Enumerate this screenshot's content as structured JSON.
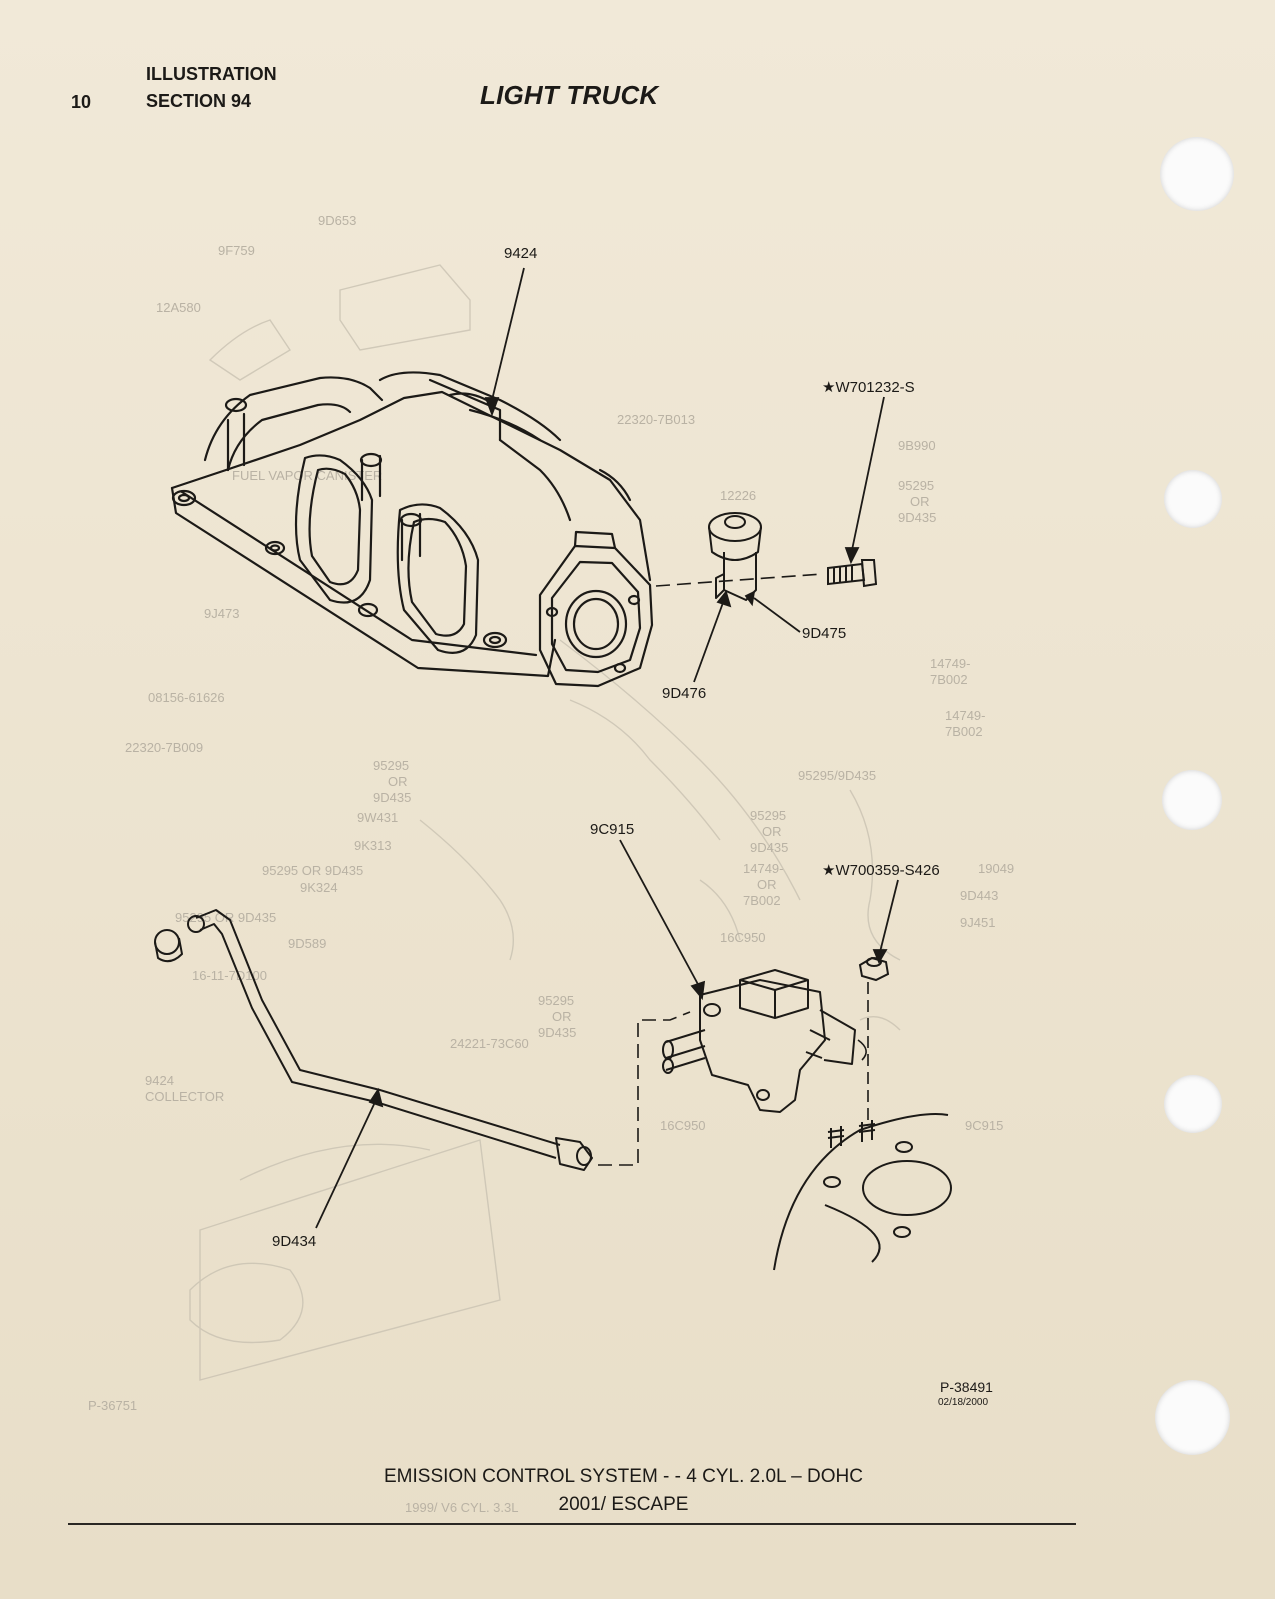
{
  "header": {
    "page_number": "10",
    "section_line1": "ILLUSTRATION",
    "section_line2": "SECTION 94",
    "title": "LIGHT TRUCK"
  },
  "callouts": {
    "intake_manifold": "9424",
    "bolt_w701232": "★W701232-S",
    "egr_valve_9d475": "9D475",
    "gasket_9d476": "9D476",
    "egr_sensor_9c915": "9C915",
    "nut_w700359": "★W700359-S426",
    "tube_9d434": "9D434"
  },
  "illustration": {
    "id": "P-38491",
    "date": "02/18/2000"
  },
  "caption": {
    "line1": "EMISSION CONTROL SYSTEM - - 4 CYL. 2.0L – DOHC",
    "line2": "2001/ ESCAPE"
  },
  "colors": {
    "paper": "#efe6d3",
    "ink": "#1c1a17",
    "bleed_through": "#b9b2a4"
  }
}
